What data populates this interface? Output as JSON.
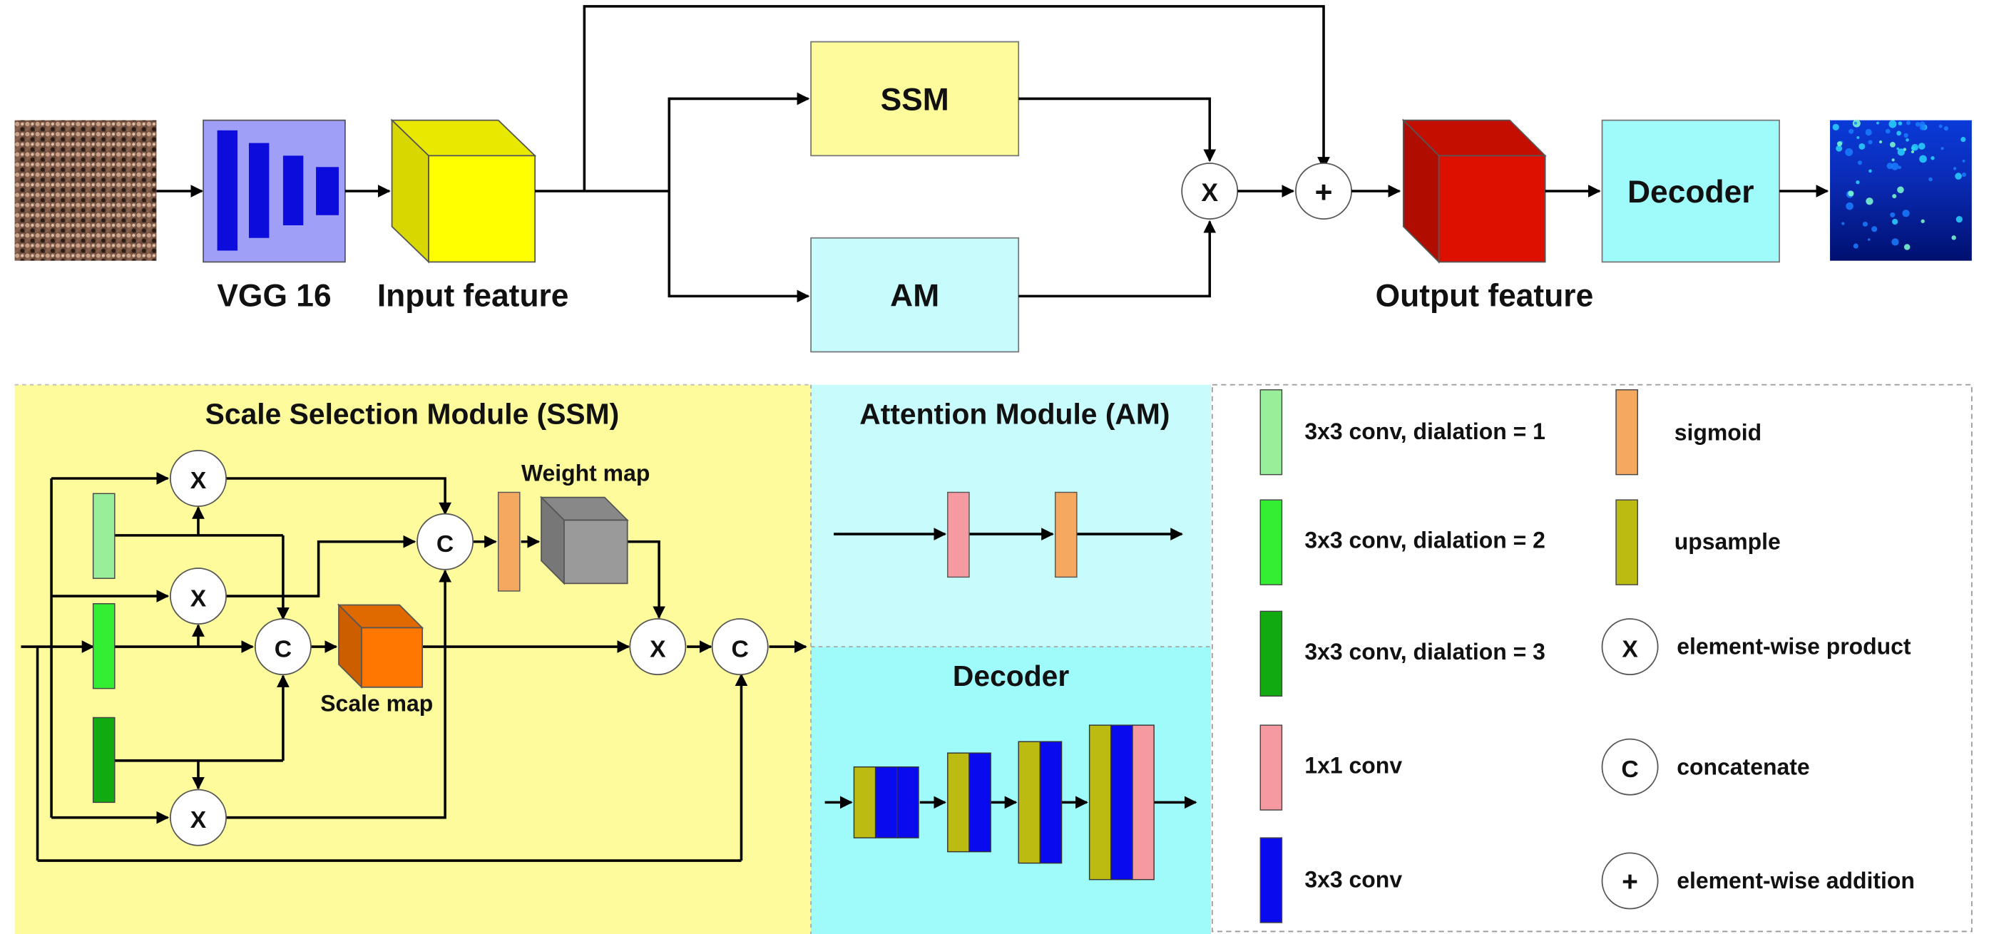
{
  "top": {
    "vgg_label": "VGG 16",
    "input_feature_label": "Input feature",
    "ssm_label": "SSM",
    "am_label": "AM",
    "decoder_label": "Decoder",
    "output_feature_label": "Output feature",
    "op_multiply": "X",
    "op_add": "+"
  },
  "ssm_panel": {
    "title": "Scale Selection Module (SSM)",
    "weight_map_label": "Weight map",
    "scale_map_label": "Scale map",
    "op_x": "X",
    "op_c": "C"
  },
  "am_panel": {
    "title": "Attention Module (AM)"
  },
  "decoder_panel": {
    "title": "Decoder"
  },
  "legend": {
    "conv_d1": "3x3 conv, dialation = 1",
    "conv_d2": "3x3 conv, dialation = 2",
    "conv_d3": "3x3 conv, dialation = 3",
    "conv_1x1": "1x1 conv",
    "conv_3x3": "3x3 conv",
    "sigmoid": "sigmoid",
    "upsample": "upsample",
    "elem_product_symbol": "X",
    "elem_product": "element-wise product",
    "concat_symbol": "C",
    "concat": "concatenate",
    "elem_add_symbol": "+",
    "elem_add": "element-wise addition"
  },
  "colors": {
    "ssm_bg": "#fdfb9c",
    "am_bg": "#c8fbfb",
    "decoder_bg": "#9ffafa",
    "vgg_box": "#9f9ff7",
    "vgg_bars": "#0c0cdc",
    "input_cube": "#ffff00",
    "output_cube": "#dd1000",
    "conv_d1": "#99ee99",
    "conv_d2": "#33ee33",
    "conv_d3": "#11aa11",
    "conv_1x1": "#f59aa0",
    "conv_3x3": "#0a0aee",
    "sigmoid": "#f5a860",
    "upsample": "#bbbb11",
    "scale_cube": "#ff7700",
    "weight_cube": "#9a9a9a"
  }
}
